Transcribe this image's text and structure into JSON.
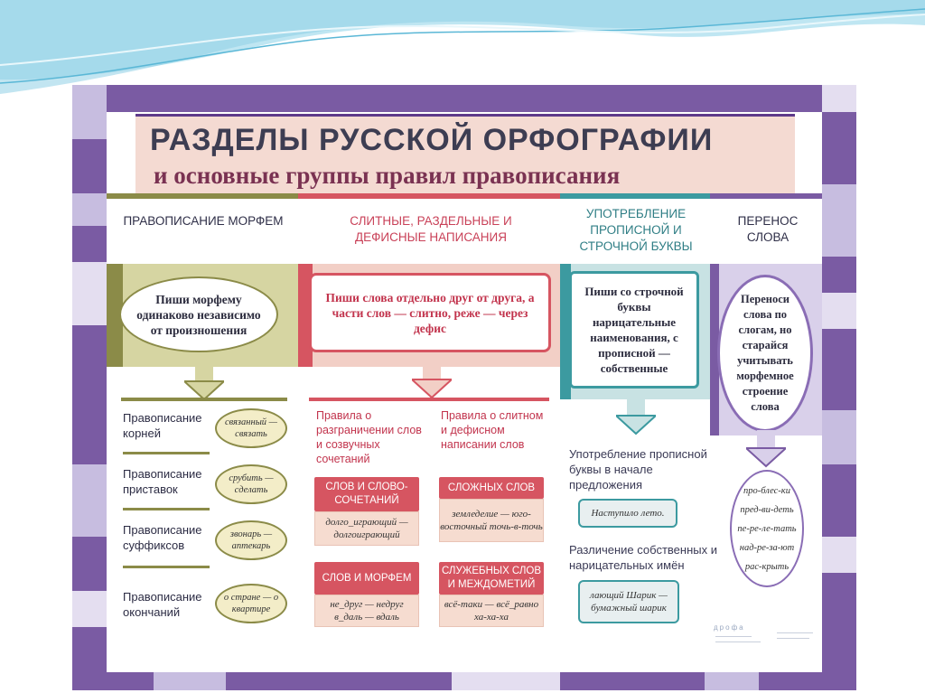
{
  "title": {
    "line1": "РАЗДЕЛЫ РУССКОЙ ОРФОГРАФИИ",
    "line2": "и основные группы правил правописания"
  },
  "columns": {
    "morphemes": {
      "header": "ПРАВОПИСАНИЕ МОРФЕМ",
      "rule": "Пиши морфему одинаково независимо от произношения",
      "rows": [
        {
          "label": "Правописание корней",
          "example": "связанный — связать"
        },
        {
          "label": "Правописание приставок",
          "example": "срубить — сделать"
        },
        {
          "label": "Правописание суффиксов",
          "example": "звонарь — аптекарь"
        },
        {
          "label": "Правописание окончаний",
          "example": "о стране — о квартире"
        }
      ]
    },
    "spelling": {
      "header": "СЛИТНЫЕ, РАЗДЕЛЬНЫЕ И ДЕФИСНЫЕ НАПИСАНИЯ",
      "rule": "Пиши слова отдельно друг от друга, а части слов — слитно, реже — через дефис",
      "left_title": "Правила о разграничении слов и созвучных сочетаний",
      "right_title": "Правила о слитном и дефисном написании слов",
      "boxes": [
        {
          "head": "СЛОВ И СЛОВО-СОЧЕТАНИЙ",
          "example": "долго_играющий — долгоиграющий"
        },
        {
          "head": "СЛОЖНЫХ СЛОВ",
          "example": "земледелие — юго-восточный точь-в-точь"
        },
        {
          "head": "СЛОВ И МОРФЕМ",
          "example": "не_друг — недруг в_даль — вдаль"
        },
        {
          "head": "СЛУЖЕБНЫХ СЛОВ И МЕЖДОМЕТИЙ",
          "example": "всё-таки — всё_равно ха-ха-ха"
        }
      ]
    },
    "capitals": {
      "header": "УПОТРЕБЛЕНИЕ ПРОПИСНОЙ И СТРОЧНОЙ БУКВЫ",
      "rule": "Пиши со строчной буквы нарицательные наименования, с прописной — собственные",
      "sub1": "Употребление прописной буквы в начале предложения",
      "example1": "Наступило лето.",
      "sub2": "Различение собственных и нарицательных имён",
      "example2": "лающий Шарик — бумажный шарик"
    },
    "hyphenation": {
      "header": "ПЕРЕНОС СЛОВА",
      "rule": "Переноси слова по слогам, но старайся учитывать морфемное строение слова",
      "example": "про-блес-ки пред-ви-деть пе-ре-ле-тать над-ре-за-ют рас-крыть"
    }
  },
  "publisher": "дрофа",
  "colors": {
    "purple": "#7a5ba3",
    "lavender": "#c7bde0",
    "olive": "#8b8b48",
    "red": "#d65561",
    "teal": "#3c9aa0",
    "title_bg": "#f4dad2"
  }
}
